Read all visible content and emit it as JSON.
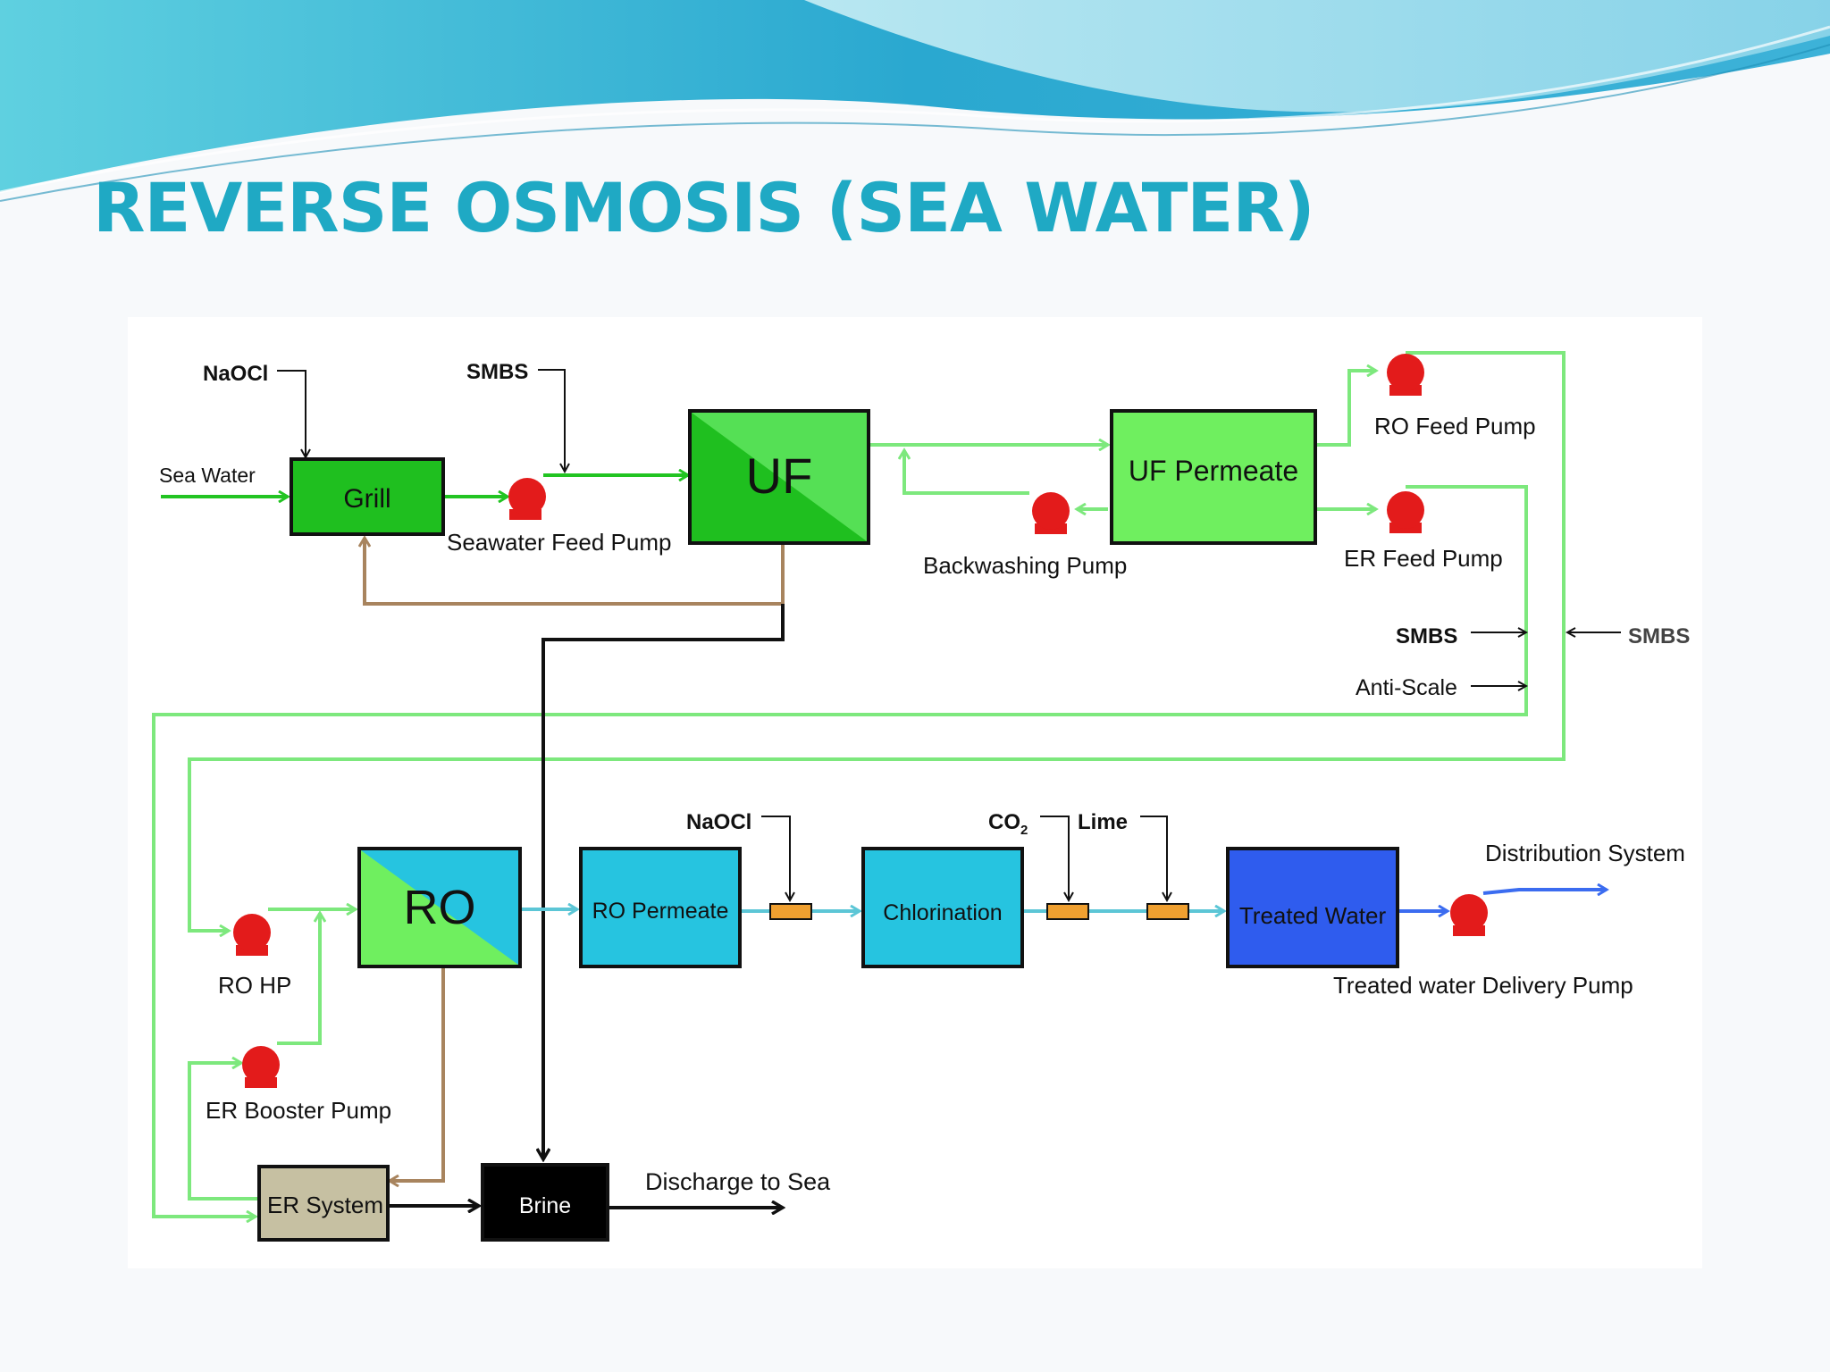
{
  "slide": {
    "title": "REVERSE OSMOSIS (SEA WATER)"
  },
  "colors": {
    "title": "#1fa9c4",
    "green_flow": "#7de87d",
    "brown_flow": "#a8845e",
    "brine_flow": "#111111",
    "cyan_flow": "#5cc6d6",
    "blue_flow": "#3b6cf0",
    "pump": "#e31b1b",
    "dosing": "#f0a030"
  },
  "process_units": {
    "grill": "Grill",
    "uf": "UF",
    "uf_permeate": "UF Permeate",
    "ro": "RO",
    "ro_permeate": "RO Permeate",
    "chlorination": "Chlorination",
    "treated_water": "Treated Water",
    "er_system": "ER System",
    "brine": "Brine"
  },
  "pumps": {
    "seawater_feed": "Seawater Feed Pump",
    "backwashing": "Backwashing Pump",
    "ro_feed": "RO Feed Pump",
    "er_feed": "ER Feed Pump",
    "ro_hp": "RO HP",
    "er_booster": "ER Booster Pump",
    "delivery": "Treated water  Delivery Pump"
  },
  "chemicals": {
    "naocl_1": "NaOCl",
    "smbs_1": "SMBS",
    "smbs_2": "SMBS",
    "smbs_3": "SMBS",
    "anti_scale": "Anti-Scale",
    "naocl_2": "NaOCl",
    "co2": "CO",
    "co2_sub": "2",
    "lime": "Lime"
  },
  "streams": {
    "sea_water": "Sea Water",
    "distribution": "Distribution System",
    "discharge": "Discharge to Sea"
  }
}
